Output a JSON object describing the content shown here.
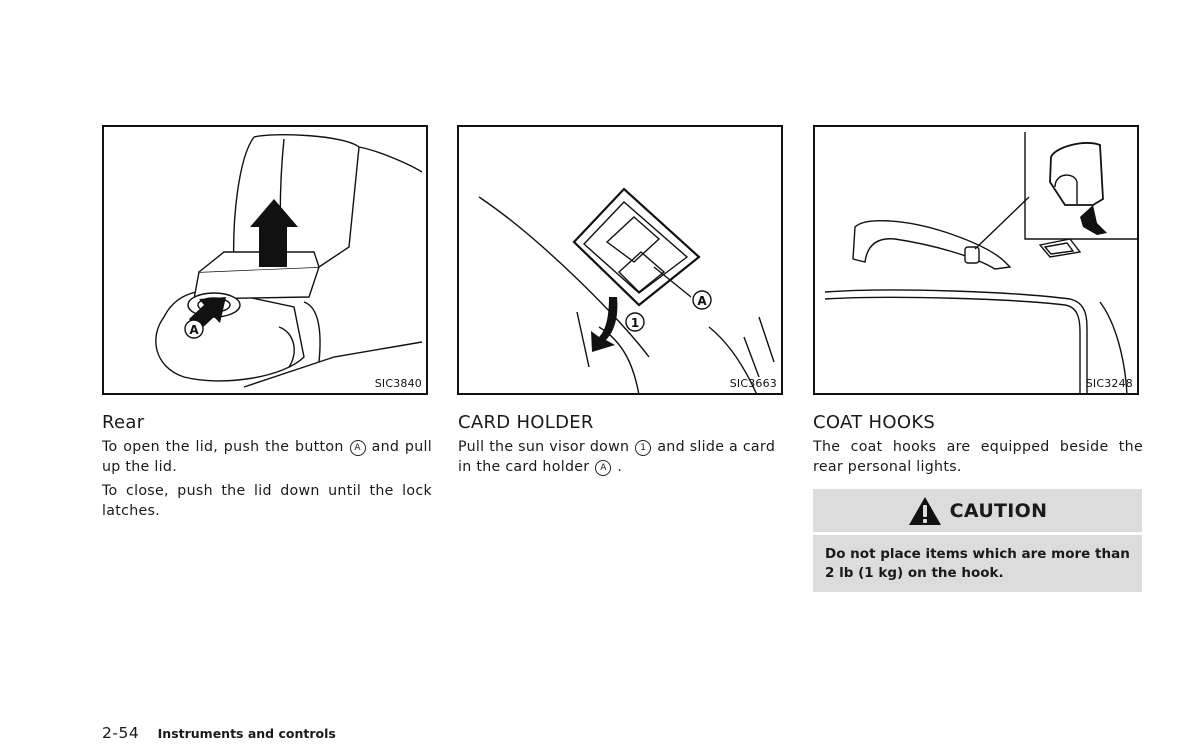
{
  "figures": [
    {
      "code": "SIC3840",
      "callouts": [
        "A"
      ]
    },
    {
      "code": "SIC3663",
      "callouts": [
        "1",
        "A"
      ]
    },
    {
      "code": "SIC3248",
      "callouts": []
    }
  ],
  "sections": [
    {
      "heading": "Rear",
      "p1_before": "To open the lid, push the button",
      "p1_marker": "A",
      "p1_after": "and pull up the lid.",
      "p2": "To close, push the lid down until the lock latches."
    },
    {
      "heading": "CARD HOLDER",
      "p1_before": "Pull the sun visor down",
      "p1_marker1": "1",
      "p1_middle": "and slide a card in the card holder",
      "p1_marker2": "A",
      "p1_after": "."
    },
    {
      "heading": "COAT HOOKS",
      "p1": "The coat hooks are equipped beside the rear personal lights."
    }
  ],
  "caution": {
    "title": "CAUTION",
    "icon": "warning-triangle-icon",
    "text": "Do not place items which are more than 2 lb (1 kg) on the hook."
  },
  "footer": {
    "page": "2-54",
    "section": "Instruments and controls"
  }
}
